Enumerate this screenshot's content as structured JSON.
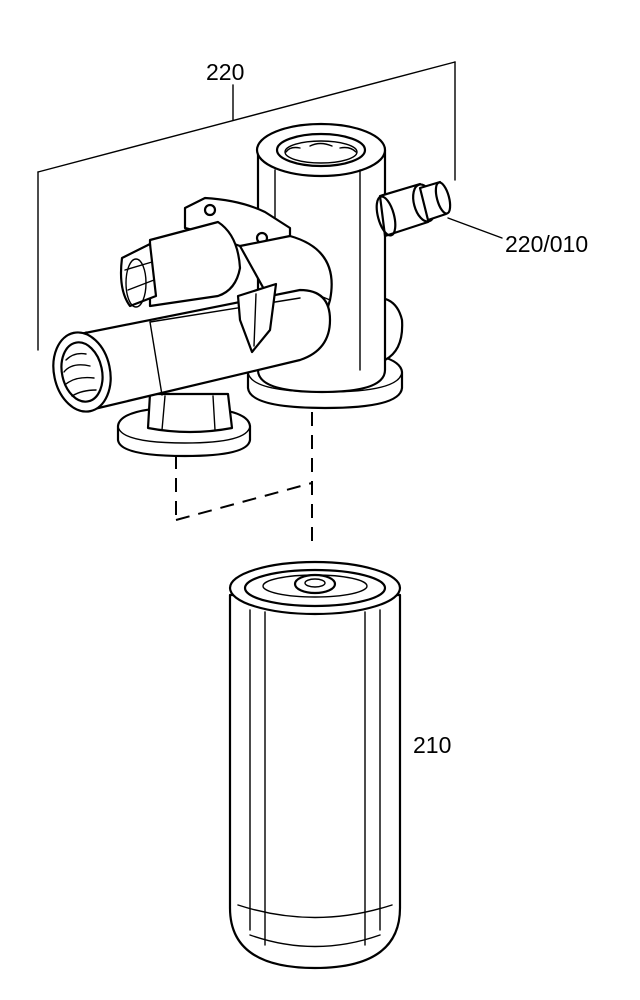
{
  "callouts": {
    "assembly": "220",
    "fitting": "220/010",
    "cartridge": "210"
  },
  "colors": {
    "ink": "#000000",
    "background": "#ffffff"
  }
}
